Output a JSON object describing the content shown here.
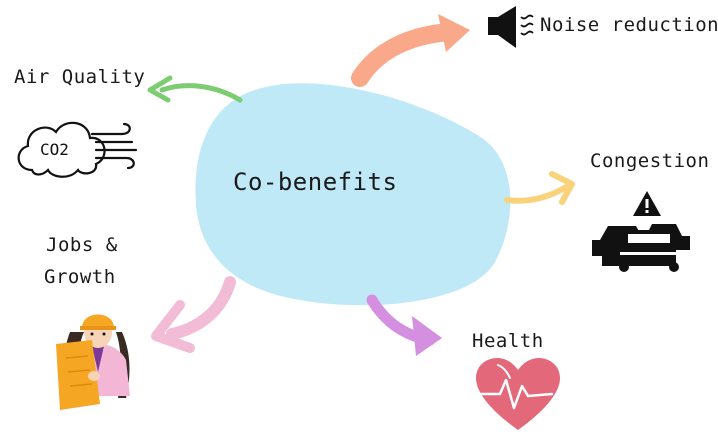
{
  "center": {
    "label": "Co-benefits",
    "color": "#bfe9f7"
  },
  "benefits": [
    {
      "id": "noise",
      "label": "Noise reduction",
      "icon": "speaker-muted-icon",
      "arrow_color": "#f9a98a"
    },
    {
      "id": "air",
      "label": "Air Quality",
      "icon": "co2-cloud-icon",
      "icon_text": "CO2",
      "arrow_color": "#7dcc72"
    },
    {
      "id": "congestion",
      "label": "Congestion",
      "icon": "cars-warning-icon",
      "arrow_color": "#f9d27a"
    },
    {
      "id": "jobs",
      "label_line1": "Jobs &",
      "label_line2": "Growth",
      "icon": "construction-worker-icon",
      "arrow_color": "#f2bcd6"
    },
    {
      "id": "health",
      "label": "Health",
      "icon": "heart-pulse-icon",
      "arrow_color": "#d48fe0"
    }
  ]
}
